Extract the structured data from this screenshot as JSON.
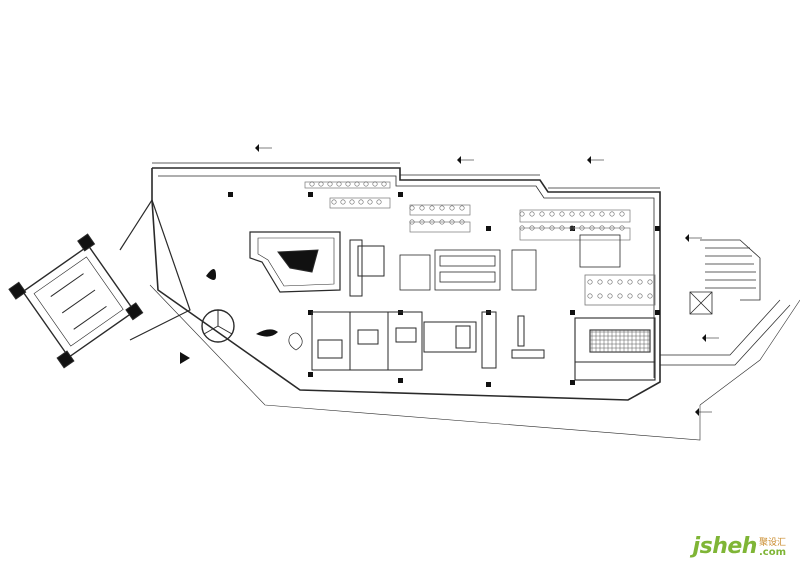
{
  "drawing": {
    "title": "",
    "line_color": "#2a2a2a",
    "fill_dark": "#111111",
    "grid_color": "#777777"
  },
  "watermark": {
    "text_main": "jsheh",
    "text_cn": "聚设汇",
    "text_com": ".com",
    "color_main": "#7fb536",
    "color_cn": "#c98a2a"
  }
}
